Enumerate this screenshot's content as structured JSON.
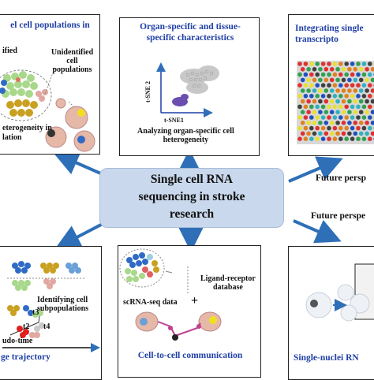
{
  "center": {
    "title": "Single cell RNA\nsequencing in stroke\nresearch"
  },
  "panels": {
    "top_left": {
      "title": "el cell populations in",
      "label_identified": "ified",
      "label_unidentified": "Unidentified cell\npopulations",
      "label_heterogeneity": "eterogeneity in",
      "label_lation": "lation"
    },
    "top_center": {
      "title": "Organ-specific and tissue-\nspecific characteristics",
      "axis_y": "t-SNE 2",
      "axis_x": "t-SNE1",
      "caption": "Analyzing organ-specific cell\nheterogeneity"
    },
    "top_right": {
      "title": "Integrating single\ntranscripto"
    },
    "bottom_left": {
      "label_identifying": "Identifying cell\nsubpopulations",
      "t2": "t2",
      "t3": "t3",
      "t4": "t4",
      "pseudo_time": "udo-time",
      "title": "ge trajectory"
    },
    "bottom_center": {
      "plus": "+",
      "ligand": "Ligand-receptor\ndatabase",
      "scrna": "scRNA-seq data",
      "title": "Cell-to-cell communication"
    },
    "bottom_right": {
      "title": "Single-nuclei RN"
    }
  },
  "future_labels": {
    "right_upper": "Future persp",
    "right_lower": "Future perspe"
  },
  "colors": {
    "title_blue": "#1f3fa6",
    "arrow_blue": "#2e6fb8",
    "center_fill": "#c9d8ec",
    "cluster_green": "#a8d88a",
    "cluster_blue": "#2f6bc4",
    "cluster_gold": "#c9a020",
    "cluster_pink": "#e0a8a0",
    "cluster_purple": "#6a4fb0",
    "cluster_grey": "#c8c8c8"
  }
}
